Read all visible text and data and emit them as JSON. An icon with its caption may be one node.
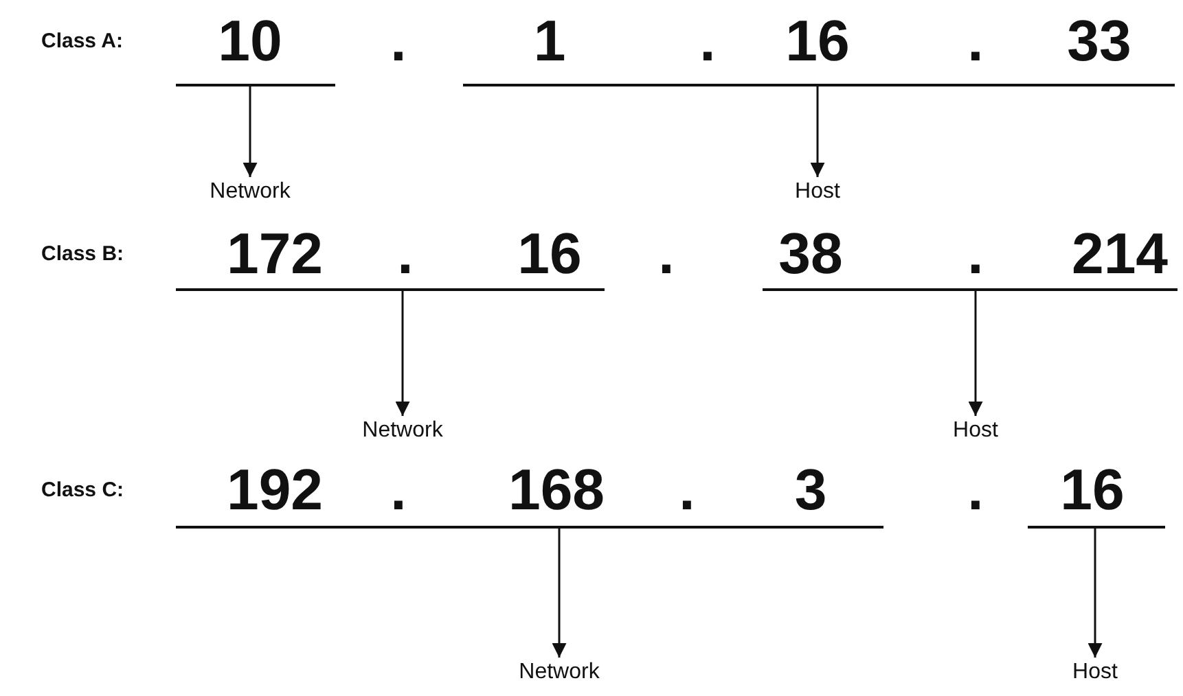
{
  "diagram": {
    "nodes": [
      {
        "text": [],
        "shape": "bar"
      },
      {
        "text": [],
        "shape": "bar"
      },
      {
        "text": [
          "Network"
        ]
      },
      {
        "text": [
          "Host"
        ]
      },
      {
        "text": [],
        "shape": "bar"
      },
      {
        "text": [],
        "shape": "bar"
      },
      {
        "text": [
          "Network"
        ]
      },
      {
        "text": [
          "Host"
        ]
      },
      {
        "text": [],
        "shape": "bar"
      },
      {
        "text": [],
        "shape": "bar"
      },
      {
        "text": [
          "Network"
        ]
      },
      {
        "text": [
          "Host"
        ]
      }
    ],
    "edges": [
      {
        "from": 0,
        "to": 2,
        "arrow": "to"
      },
      {
        "from": 1,
        "to": 3,
        "arrow": "to"
      },
      {
        "from": 4,
        "to": 6,
        "arrow": "to"
      },
      {
        "from": 5,
        "to": 7,
        "arrow": "to"
      },
      {
        "from": 8,
        "to": 10,
        "arrow": "to"
      },
      {
        "from": 9,
        "to": 11,
        "arrow": "to"
      }
    ],
    "labels": [
      "Class A:",
      "10",
      ".",
      "1",
      ".",
      "16",
      ".",
      "33",
      "Class B:",
      "172",
      ".",
      "16",
      ".",
      "38",
      ".",
      "214",
      "Class C:",
      "192",
      ".",
      "168",
      ".",
      "3",
      ".",
      "16"
    ]
  }
}
